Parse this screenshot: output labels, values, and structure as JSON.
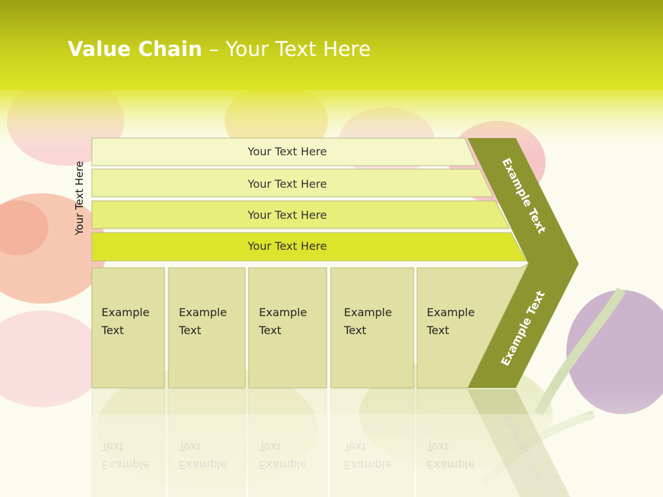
{
  "slide": {
    "title_bold": "Value Chain",
    "title_rest": " – Your Text Here",
    "side_label": "Your Text Here"
  },
  "bars": [
    {
      "label": "Your Text Here",
      "color": "#f5f7c8"
    },
    {
      "label": "Your Text Here",
      "color": "#eff3a6"
    },
    {
      "label": "Your Text Here",
      "color": "#e7ee79"
    },
    {
      "label": "Your Text Here",
      "color": "#dde42c"
    }
  ],
  "boxes": [
    {
      "line1": "Example",
      "line2": "Text"
    },
    {
      "line1": "Example",
      "line2": "Text"
    },
    {
      "line1": "Example",
      "line2": "Text"
    },
    {
      "line1": "Example",
      "line2": "Text"
    },
    {
      "line1": "Example",
      "line2": "Text"
    }
  ],
  "arrow": {
    "upper_label": "Example Text",
    "lower_label": "Example Text",
    "color": "#8c9530"
  },
  "colors": {
    "header_top": "#9c9f14",
    "header_bottom": "#dfe526",
    "box_fill": "#e0e0a4",
    "box_border": "#b8b87a"
  }
}
